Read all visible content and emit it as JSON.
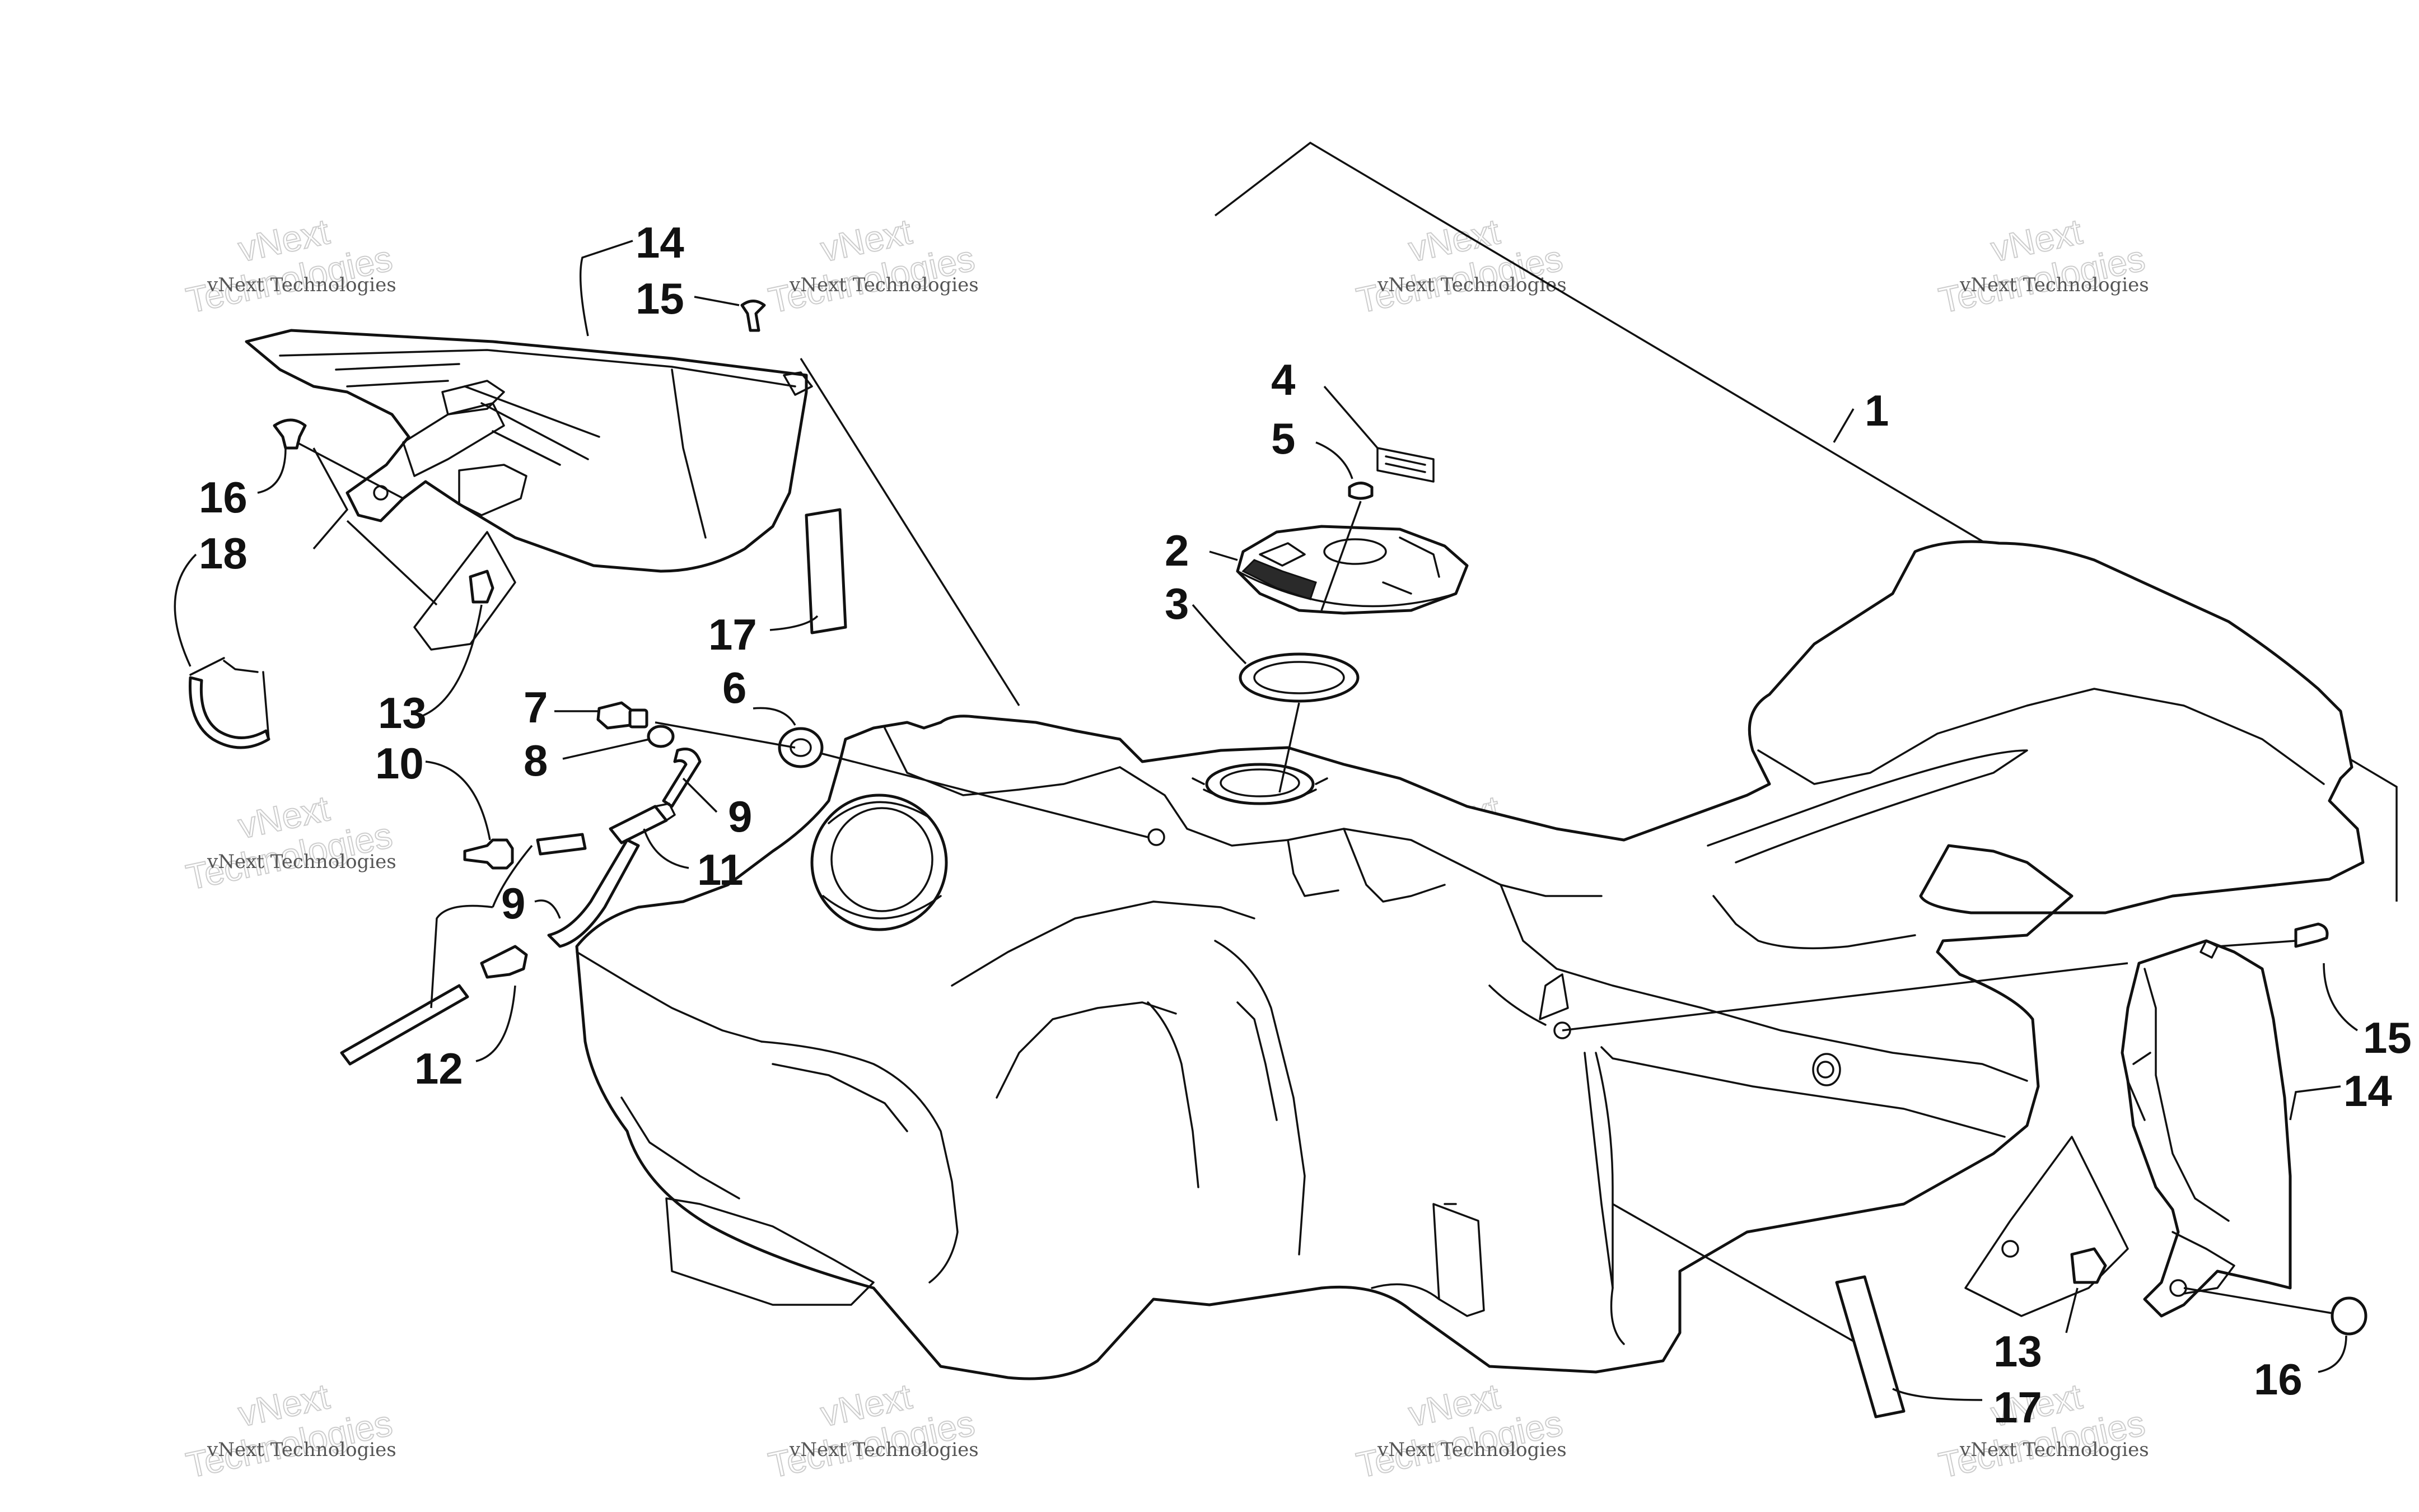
{
  "diagram": {
    "watermark": {
      "line1": "vNext",
      "line2": "Technologies",
      "small_text": "vNext Technologies"
    },
    "callouts": [
      {
        "id": "c1",
        "label": "1"
      },
      {
        "id": "c2",
        "label": "2"
      },
      {
        "id": "c3",
        "label": "3"
      },
      {
        "id": "c4",
        "label": "4"
      },
      {
        "id": "c5",
        "label": "5"
      },
      {
        "id": "c6",
        "label": "6"
      },
      {
        "id": "c7",
        "label": "7"
      },
      {
        "id": "c8",
        "label": "8"
      },
      {
        "id": "c9a",
        "label": "9"
      },
      {
        "id": "c9b",
        "label": "9"
      },
      {
        "id": "c10",
        "label": "10"
      },
      {
        "id": "c11",
        "label": "11"
      },
      {
        "id": "c12",
        "label": "12"
      },
      {
        "id": "c13a",
        "label": "13"
      },
      {
        "id": "c13b",
        "label": "13"
      },
      {
        "id": "c14a",
        "label": "14"
      },
      {
        "id": "c14b",
        "label": "14"
      },
      {
        "id": "c15a",
        "label": "15"
      },
      {
        "id": "c15b",
        "label": "15"
      },
      {
        "id": "c16a",
        "label": "16"
      },
      {
        "id": "c16b",
        "label": "16"
      },
      {
        "id": "c17a",
        "label": "17"
      },
      {
        "id": "c17b",
        "label": "17"
      },
      {
        "id": "c18",
        "label": "18"
      }
    ]
  }
}
